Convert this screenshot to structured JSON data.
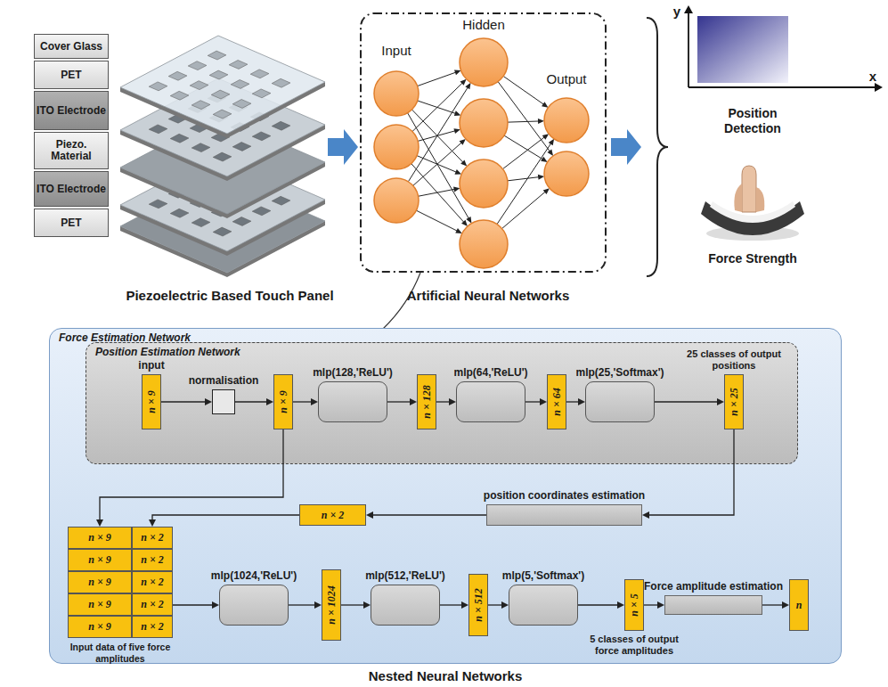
{
  "diagram": {
    "caption": "Nested Neural Networks",
    "nodes": [
      {
        "text": [
          "Cover Glass"
        ]
      },
      {
        "text": [
          "PET"
        ]
      },
      {
        "text": [
          "ITO Electrode"
        ]
      },
      {
        "text": [
          "Piezo. Material"
        ]
      },
      {
        "text": [
          "ITO Electrode"
        ]
      },
      {
        "text": [
          "PET"
        ]
      },
      {
        "text": [
          "Force Estimation Network"
        ]
      },
      {
        "text": [
          "Position Estimation Network"
        ],
        "in": 6
      },
      {
        "text": [
          "input",
          "n × 9"
        ],
        "in": 7
      },
      {
        "text": [
          "normalisation"
        ],
        "in": 7
      },
      {
        "text": [
          "n × 9"
        ],
        "in": 7
      },
      {
        "text": [
          "mlp(128,'ReLU')"
        ],
        "in": 7
      },
      {
        "text": [
          "n × 128"
        ],
        "in": 7
      },
      {
        "text": [
          "mlp(64,'ReLU')"
        ],
        "in": 7
      },
      {
        "text": [
          "n × 64"
        ],
        "in": 7
      },
      {
        "text": [
          "mlp(25,'Softmax')"
        ],
        "in": 7
      },
      {
        "text": [
          "25 classes of output positions",
          "n × 25"
        ],
        "in": 7
      },
      {
        "text": [
          "position coordinates estimation"
        ],
        "in": 6
      },
      {
        "text": [
          "n × 2"
        ],
        "in": 6
      },
      {
        "text": [
          "n × 9",
          "n × 2",
          "n × 9",
          "n × 2",
          "n × 9",
          "n × 2",
          "n × 9",
          "n × 2",
          "n × 9",
          "n × 2",
          "Input data of five force amplitudes"
        ],
        "in": 6
      },
      {
        "text": [
          "mlp(1024,'ReLU')"
        ],
        "in": 6
      },
      {
        "text": [
          "n × 1024"
        ],
        "in": 6
      },
      {
        "text": [
          "mlp(512,'ReLU')"
        ],
        "in": 6
      },
      {
        "text": [
          "n × 512"
        ],
        "in": 6
      },
      {
        "text": [
          "mlp(5,'Softmax')"
        ],
        "in": 6
      },
      {
        "text": [
          "n × 5",
          "5 classes of output force amplitudes"
        ],
        "in": 6
      },
      {
        "text": [
          "Force amplitude estimation"
        ],
        "in": 6
      },
      {
        "text": [
          "n"
        ],
        "in": 6
      }
    ],
    "edges": [
      {
        "from": 8,
        "to": 9,
        "arrow": "to"
      },
      {
        "from": 9,
        "to": 10,
        "arrow": "to"
      },
      {
        "from": 10,
        "to": 11,
        "arrow": "to"
      },
      {
        "from": 11,
        "to": 12,
        "arrow": "to"
      },
      {
        "from": 12,
        "to": 13,
        "arrow": "to"
      },
      {
        "from": 13,
        "to": 14,
        "arrow": "to"
      },
      {
        "from": 14,
        "to": 15,
        "arrow": "to"
      },
      {
        "from": 15,
        "to": 16,
        "arrow": "to"
      },
      {
        "from": 16,
        "to": 17,
        "arrow": "to"
      },
      {
        "from": 17,
        "to": 18,
        "arrow": "to"
      },
      {
        "from": 18,
        "to": 19,
        "arrow": "to"
      },
      {
        "from": 10,
        "to": 19,
        "arrow": "to"
      },
      {
        "from": 19,
        "to": 20,
        "arrow": "to"
      },
      {
        "from": 20,
        "to": 21,
        "arrow": "to"
      },
      {
        "from": 21,
        "to": 22,
        "arrow": "to"
      },
      {
        "from": 22,
        "to": 23,
        "arrow": "to"
      },
      {
        "from": 23,
        "to": 24,
        "arrow": "to"
      },
      {
        "from": 24,
        "to": 25,
        "arrow": "to"
      },
      {
        "from": 25,
        "to": 26,
        "arrow": "to"
      },
      {
        "from": 26,
        "to": 27,
        "arrow": "to"
      }
    ],
    "labels": [
      "Piezoelectric Based Touch Panel",
      "Artificial Neural Networks",
      "Input",
      "Hidden",
      "Output",
      "y",
      "x",
      "Position Detection",
      "Force Strength"
    ]
  }
}
